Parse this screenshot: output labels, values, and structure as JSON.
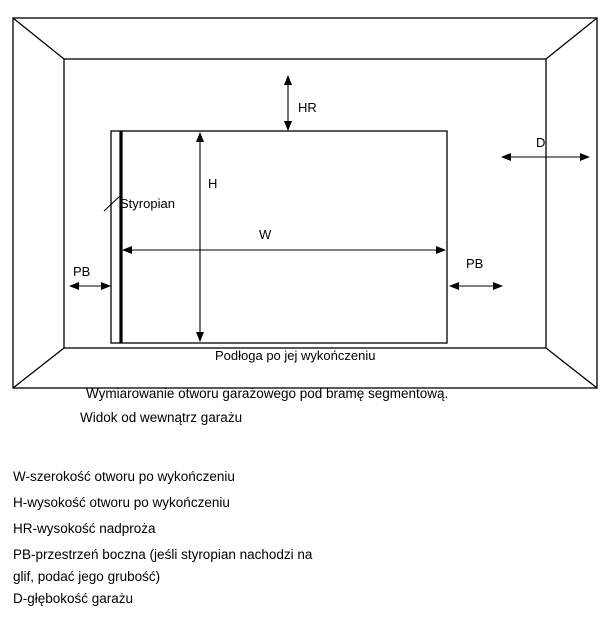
{
  "diagram": {
    "title": "Wymiarowanie otworu garażowego pod bramę segmentową.",
    "subtitle": "Widok od wewnątrz garażu",
    "floor_note": "Podłoga po jej wykończeniu",
    "insulation_label": "Styropian",
    "dimensions": {
      "hr": "HR",
      "h": "H",
      "w": "W",
      "d": "D",
      "pb_left": "PB",
      "pb_right": "PB"
    },
    "legend": [
      "W-szerokość otworu po wykończeniu",
      "H-wysokość otworu po wykończeniu",
      "HR-wysokość nadproża",
      "PB-przestrzeń boczna (jeśli styropian nachodzi na",
      "glif, podać jego grubość)",
      "D-głębokość garażu"
    ],
    "colors": {
      "line": "#000000",
      "background": "#ffffff"
    }
  }
}
